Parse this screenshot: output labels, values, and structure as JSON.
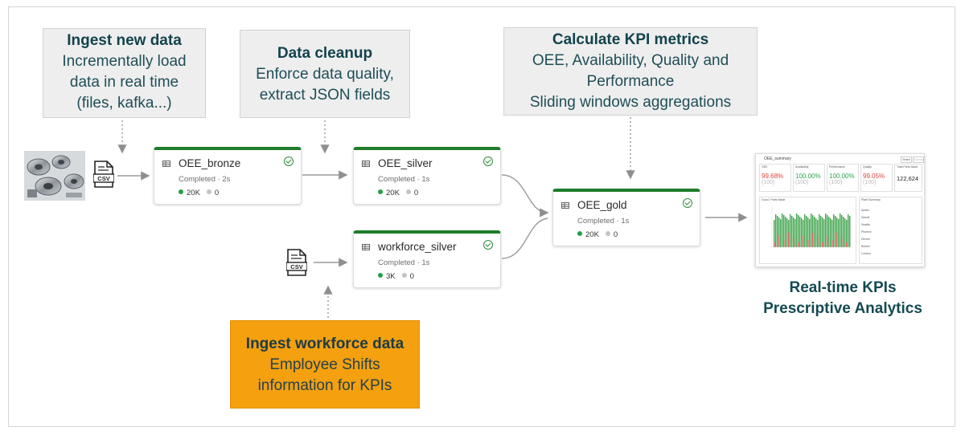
{
  "callouts": {
    "ingest": {
      "title": "Ingest new data",
      "lines": [
        "Incrementally load",
        "data in real time",
        "(files, kafka...)"
      ]
    },
    "cleanup": {
      "title": "Data cleanup",
      "lines": [
        "Enforce data quality,",
        "extract JSON fields"
      ]
    },
    "kpi": {
      "title": "Calculate KPI metrics",
      "lines": [
        "OEE, Availability, Quality and",
        "Performance",
        "Sliding windows aggregations"
      ]
    },
    "workforce": {
      "title": "Ingest workforce data",
      "lines": [
        "Employee Shifts",
        "information for KPIs"
      ]
    }
  },
  "nodes": {
    "bronze": {
      "name": "OEE_bronze",
      "status": "Completed · 2s",
      "rows": "20K",
      "dropped": "0"
    },
    "silver": {
      "name": "OEE_silver",
      "status": "Completed · 1s",
      "rows": "20K",
      "dropped": "0"
    },
    "workforce": {
      "name": "workforce_silver",
      "status": "Completed · 1s",
      "rows": "3K",
      "dropped": "0"
    },
    "gold": {
      "name": "OEE_gold",
      "status": "Completed · 1s",
      "rows": "20K",
      "dropped": "0"
    }
  },
  "file_label": "CSV",
  "result": {
    "line1": "Real-time KPIs",
    "line2": "Prescriptive Analytics"
  },
  "dashboard": {
    "title": "OEE_summary",
    "buttons": [
      "Share",
      "Schedule"
    ],
    "tiles": [
      {
        "label": "OEE",
        "value": "99.68%",
        "sub": "(100)",
        "color": "#e0443c"
      },
      {
        "label": "Availability",
        "value": "100.00%",
        "sub": "(100)",
        "color": "#2aa84a"
      },
      {
        "label": "Performance",
        "value": "100.00%",
        "sub": "(100)",
        "color": "#2aa84a"
      },
      {
        "label": "Quality",
        "value": "99.05%",
        "sub": "(100)",
        "color": "#e0443c"
      },
      {
        "label": "Total Parts Made",
        "value": "122,624",
        "sub": "",
        "color": "#222222"
      }
    ],
    "chart_label": "Good / Parts Made",
    "table_label": "Plant Summary",
    "table_rows": [
      "Austin",
      "Detroit",
      "Seattle",
      "Phoenix",
      "Denver",
      "Boston",
      "London"
    ]
  },
  "colors": {
    "green": "#1e7d2b",
    "orange": "#f4a00f",
    "callout_bg": "#eeeeee",
    "text_teal": "#154a52"
  }
}
